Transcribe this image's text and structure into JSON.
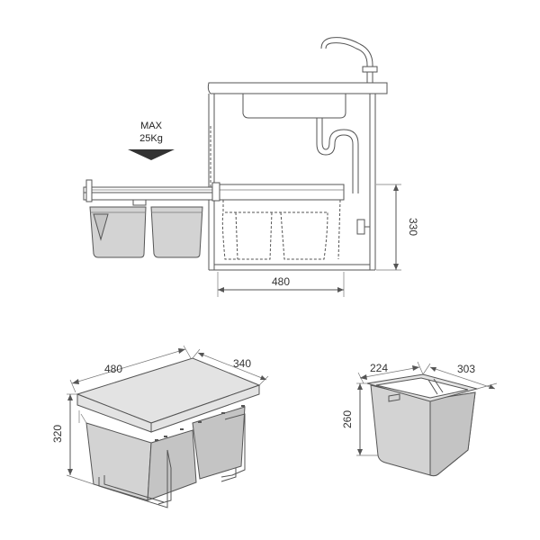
{
  "load": {
    "line1": "MAX",
    "line2": "25Kg"
  },
  "installation": {
    "height": "330",
    "width": "480"
  },
  "unit_3d": {
    "width": "480",
    "depth": "340",
    "height": "320"
  },
  "bucket": {
    "width": "224",
    "depth": "303",
    "height": "260"
  }
}
